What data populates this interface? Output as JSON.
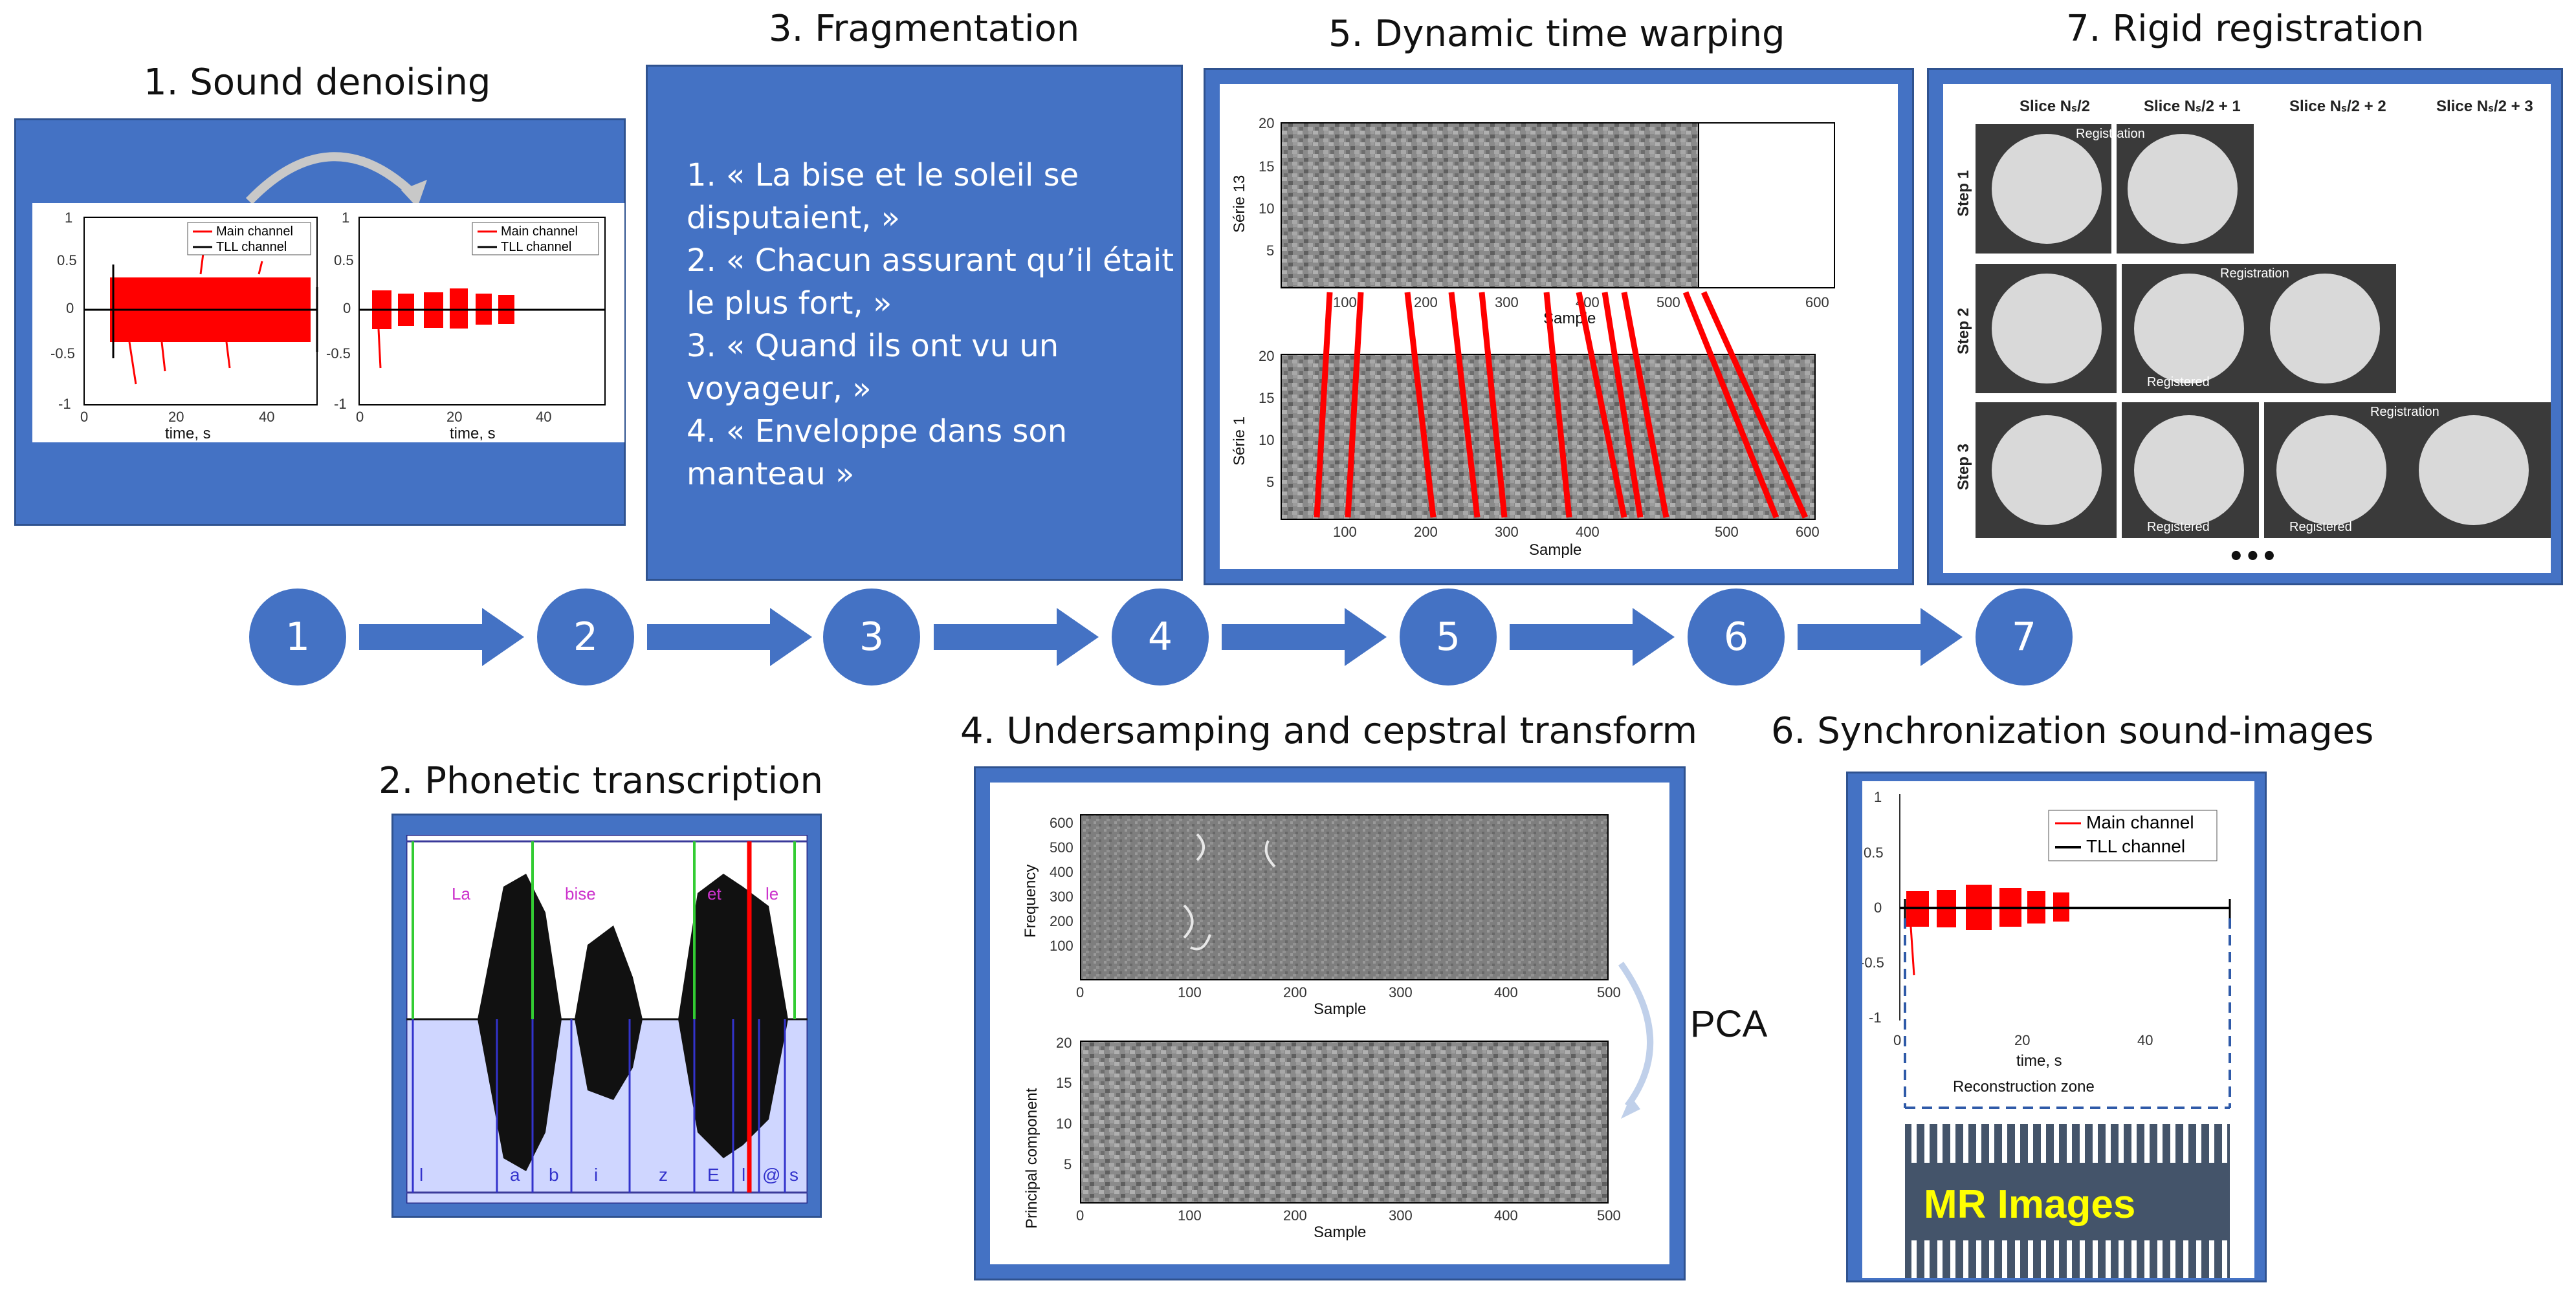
{
  "colors": {
    "accent": "#4472c4",
    "accent_dark": "#2f528f",
    "signal_red": "#ff0000",
    "dark_slice": "#3a3a3a",
    "mr_label": "#ffff00"
  },
  "steps": {
    "s1": "1. Sound denoising",
    "s2": "2. Phonetic transcription",
    "s3": "3. Fragmentation",
    "s4": "4. Undersamping and cepstral transform",
    "s5": "5. Dynamic time warping",
    "s6": "6. Synchronization sound-images",
    "s7": "7. Rigid registration"
  },
  "circles": [
    "1",
    "2",
    "3",
    "4",
    "5",
    "6",
    "7"
  ],
  "fragmentation": {
    "lines": [
      "1. « La bise et le soleil se",
      "disputaient, »",
      "2. « Chacun assurant qu’il était",
      "le plus fort, »",
      "3. « Quand ils ont vu un",
      "voyageur, »",
      "4. « Enveloppe dans son",
      "manteau »"
    ]
  },
  "denoise": {
    "legend_main": "Main channel",
    "legend_tll": "TLL channel",
    "xlabel": "time, s",
    "yticks": [
      "1",
      "0.5",
      "0",
      "-0.5",
      "-1"
    ],
    "xticks_left": [
      "0",
      "20",
      "40"
    ],
    "xticks_right": [
      "0",
      "20",
      "40"
    ]
  },
  "phonetic": {
    "top_labels": [
      "La",
      "bise",
      "et",
      "le"
    ],
    "phones": [
      "l",
      "a",
      "b",
      "i",
      "z",
      "E",
      "l",
      "@",
      "s"
    ]
  },
  "cepstral": {
    "top_ylabel": "Frequency",
    "top_yticks": [
      "600",
      "500",
      "400",
      "300",
      "200",
      "100"
    ],
    "bottom_ylabel": "Principal component",
    "bottom_yticks": [
      "20",
      "15",
      "10",
      "5"
    ],
    "xticks": [
      "0",
      "100",
      "200",
      "300",
      "400",
      "500"
    ],
    "xlabel": "Sample",
    "pca": "PCA"
  },
  "dtw": {
    "top_ylabel": "Série 13",
    "bottom_ylabel": "Série 1",
    "yticks": [
      "20",
      "15",
      "10",
      "5"
    ],
    "top_xticks": [
      "100",
      "200",
      "300",
      "400",
      "500",
      "600"
    ],
    "bottom_xticks": [
      "100",
      "200",
      "300",
      "400",
      "500",
      "600"
    ],
    "xlabel": "Sample"
  },
  "sync": {
    "legend_main": "Main channel",
    "legend_tll": "TLL channel",
    "yticks": [
      "1",
      "0.5",
      "0",
      "-0.5",
      "-1"
    ],
    "xticks": [
      "0",
      "20",
      "40"
    ],
    "xlabel": "time, s",
    "zone": "Reconstruction zone",
    "mr": "MR Images"
  },
  "registration": {
    "headers": [
      "Slice Nₛ/2",
      "Slice Nₛ/2 + 1",
      "Slice Nₛ/2 + 2",
      "Slice Nₛ/2 + 3"
    ],
    "steps": [
      "Step 1",
      "Step 2",
      "Step 3"
    ],
    "registration_label": "Registration",
    "registered_label": "Registered",
    "ellipsis": "•••"
  }
}
